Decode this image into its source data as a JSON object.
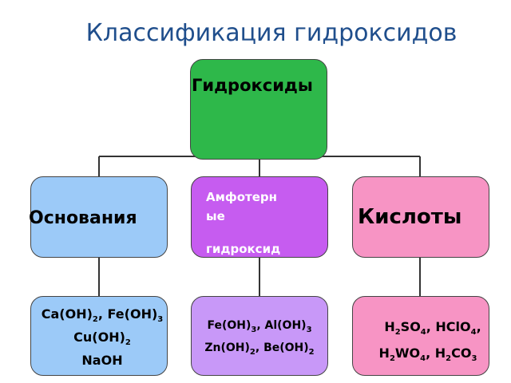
{
  "title": "Классификация гидроксидов",
  "root": {
    "label": "Гидроксиды"
  },
  "categories": {
    "bases": {
      "label": "Основания"
    },
    "amphoteric": {
      "line1": "Амфотерн",
      "line2": "ые",
      "line3": "гидроксид"
    },
    "acids": {
      "label": "Кислоты"
    }
  },
  "examples": {
    "bases": [
      [
        "Ca(OH)",
        "2",
        ", Fe(OH)",
        "3"
      ],
      [
        "Cu(OH)",
        "2"
      ],
      [
        "NaOH"
      ]
    ],
    "amphoteric": [
      [
        "Fe(OH)",
        "3",
        ", Al(OH)",
        "3"
      ],
      [
        "Zn(OH)",
        "2",
        ", Be(OH)",
        "2"
      ]
    ],
    "acids": [
      [
        "H",
        "2",
        "SO",
        "4",
        ", HClO",
        "4",
        ","
      ],
      [
        "H",
        "2",
        "WO",
        "4",
        ", H",
        "2",
        "CO",
        "3"
      ]
    ]
  },
  "colors": {
    "title": "#1f4e8c",
    "root": "#2eb84a",
    "bases": "#9ccaf8",
    "amphoteric": "#c65cf0",
    "amphoteric_examples": "#c898f8",
    "acids": "#f794c4"
  }
}
